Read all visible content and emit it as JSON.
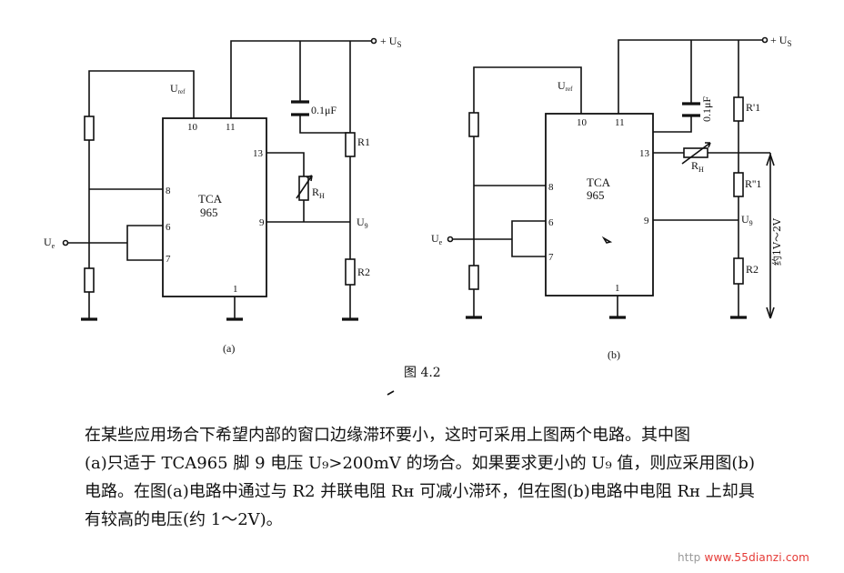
{
  "figure": {
    "caption": "图 4.2",
    "circuit_a": {
      "sublabel": "(a)",
      "chip_name": "TCA",
      "chip_number": "965",
      "pins": {
        "p10": "10",
        "p11": "11",
        "p13": "13",
        "p8": "8",
        "p6": "6",
        "p7": "7",
        "p9": "9",
        "p1": "1"
      },
      "labels": {
        "us_main": "+ U",
        "us_sub": "S",
        "uref_main": "U",
        "uref_sub": "ref",
        "cap": "0.1μF",
        "r1": "R1",
        "rh_main": "R",
        "rh_sub": "H",
        "u9_main": "U",
        "u9_sub": "9",
        "ue_main": "U",
        "ue_sub": "e",
        "r2": "R2"
      }
    },
    "circuit_b": {
      "sublabel": "(b)",
      "chip_name": "TCA",
      "chip_number": "965",
      "pins": {
        "p10": "10",
        "p11": "11",
        "p13": "13",
        "p8": "8",
        "p6": "6",
        "p7": "7",
        "p9": "9",
        "p1": "1"
      },
      "labels": {
        "us_main": "+ U",
        "us_sub": "S",
        "uref_main": "U",
        "uref_sub": "ref",
        "cap": "0.1μF",
        "r1p": "R'1",
        "rh_main": "R",
        "rh_sub": "H",
        "r1pp": "R''1",
        "u9_main": "U",
        "u9_sub": "9",
        "ue_main": "U",
        "ue_sub": "e",
        "r2": "R2",
        "voltage_note": "约1V～2V"
      }
    }
  },
  "body": {
    "line1": "在某些应用场合下希望内部的窗口边缘滞环要小，这时可采用上图两个电路。其中图",
    "line2": "(a)只适于 TCA965 脚 9 电压 U₉>200mV 的场合。如果要求更小的 U₉ 值，则应采用图(b)",
    "line3": "电路。在图(a)电路中通过与 R2 并联电阻 Rʜ 可减小滞环，但在图(b)电路中电阻 Rʜ 上却具",
    "line4": "有较高的电压(约 1～2V)。"
  },
  "watermark": {
    "prefix": "http",
    "site": "www.55dianzi.com"
  }
}
